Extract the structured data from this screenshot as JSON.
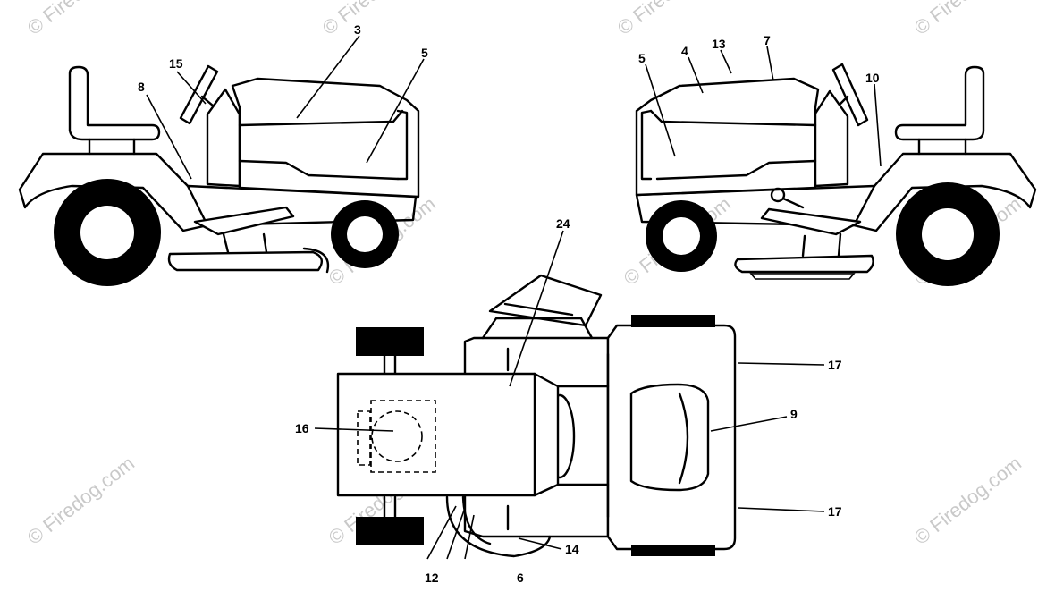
{
  "watermark": {
    "text": "© Firedog.com"
  },
  "callouts": {
    "c3": "3",
    "c5a": "5",
    "c15": "15",
    "c8": "8",
    "c5b": "5",
    "c4": "4",
    "c13": "13",
    "c7": "7",
    "c10": "10",
    "c24": "24",
    "c16": "16",
    "c17a": "17",
    "c9": "9",
    "c17b": "17",
    "c14": "14",
    "c12": "12",
    "c6": "6"
  }
}
